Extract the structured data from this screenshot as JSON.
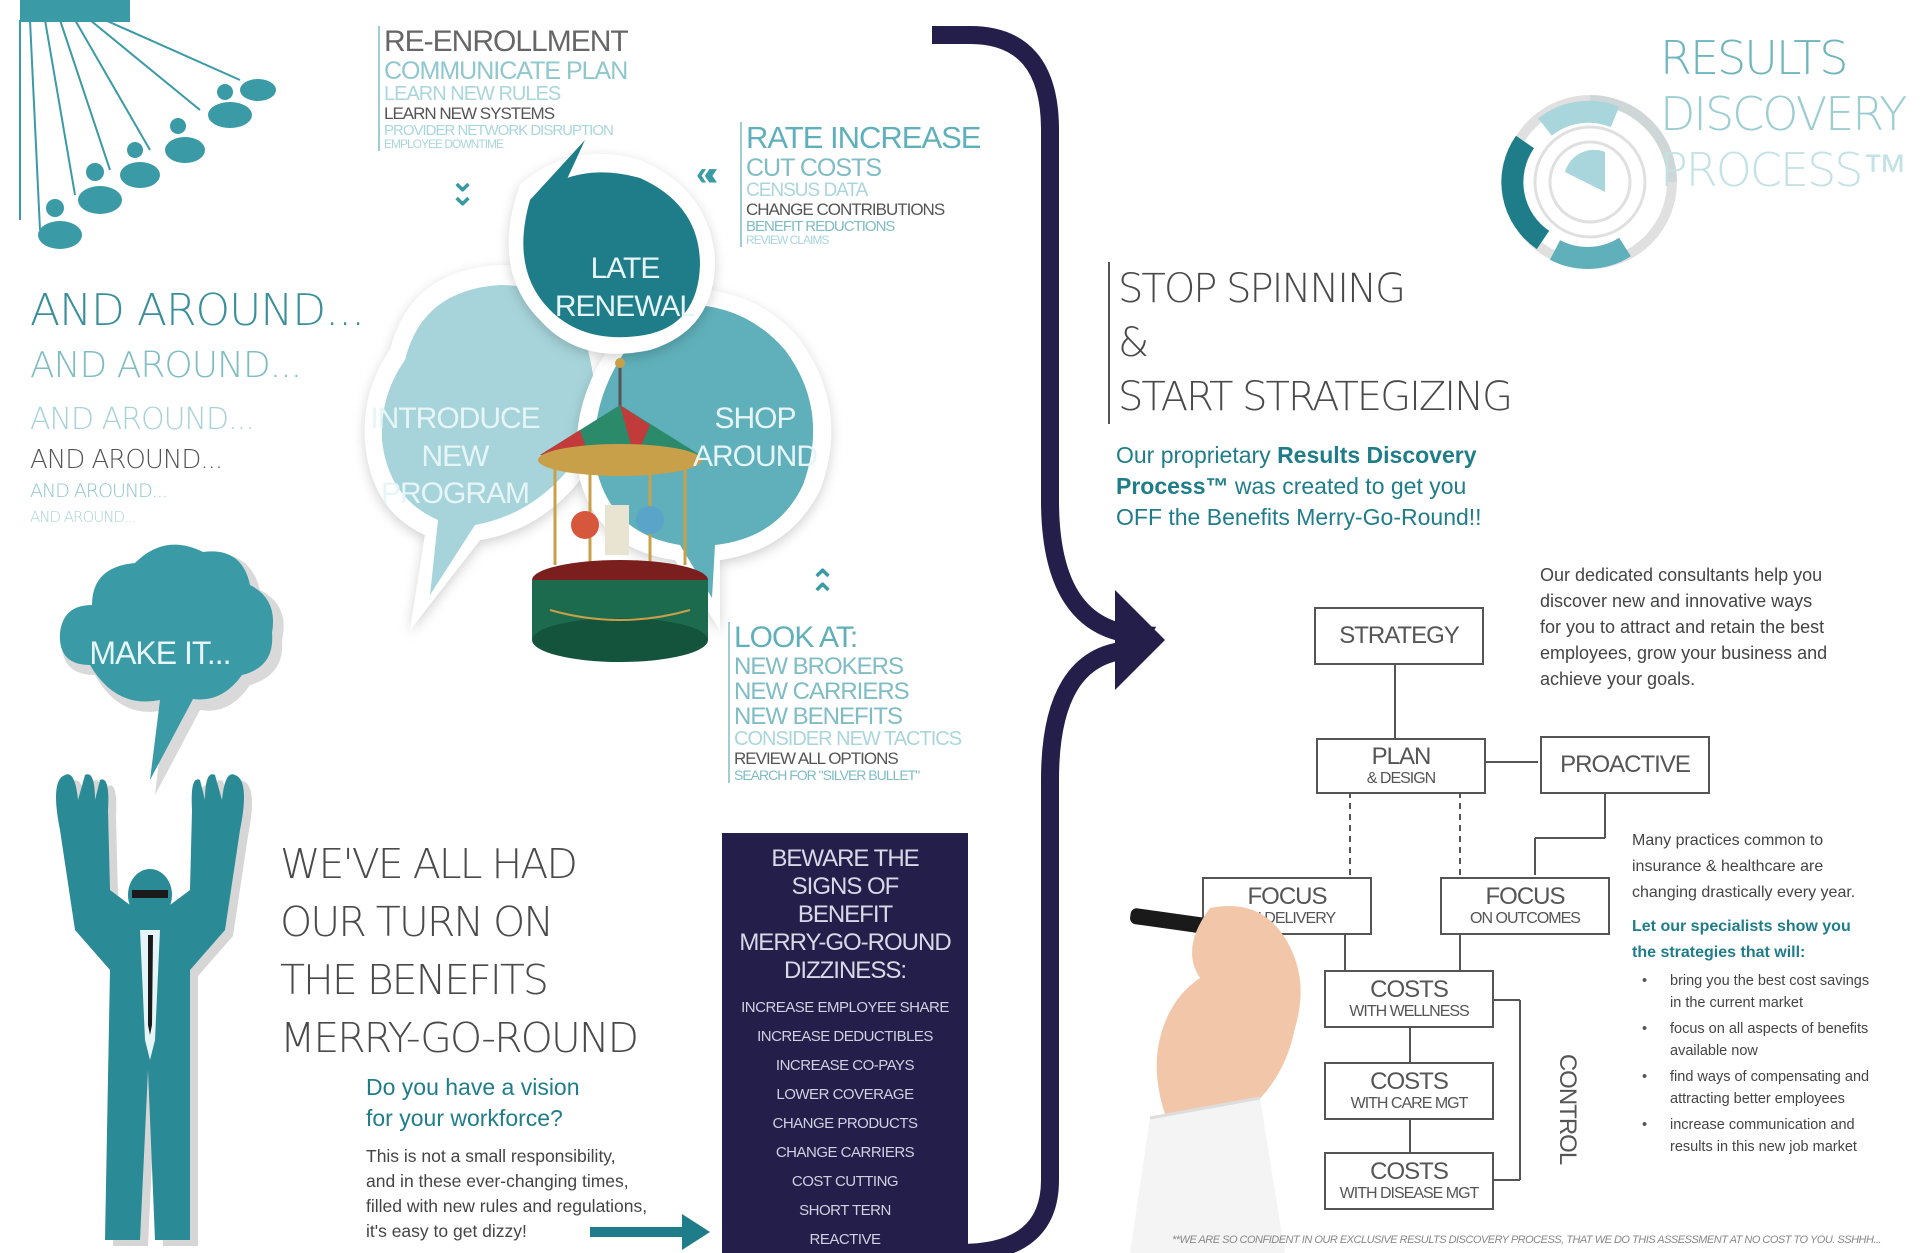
{
  "brand": {
    "accent": "#1f7d8a",
    "teal": "#3a9aa6",
    "light_teal": "#a9d6dc",
    "navy": "#231f4a"
  },
  "around": [
    "AND AROUND...",
    "AND AROUND...",
    "AND AROUND...",
    "AND AROUND...",
    "AND AROUND...",
    "AND AROUND..."
  ],
  "reenroll": [
    "RE-ENROLLMENT",
    "COMMUNICATE PLAN",
    "LEARN NEW RULES",
    "LEARN NEW SYSTEMS",
    "PROVIDER NETWORK DISRUPTION",
    "EMPLOYEE DOWNTIME"
  ],
  "rate": [
    "RATE INCREASE",
    "CUT COSTS",
    "CENSUS DATA",
    "CHANGE CONTRIBUTIONS",
    "BENEFIT REDUCTIONS",
    "REVIEW CLAIMS"
  ],
  "look": [
    "LOOK AT:",
    "NEW BROKERS",
    "NEW CARRIERS",
    "NEW BENEFITS",
    "CONSIDER NEW TACTICS",
    "REVIEW ALL OPTIONS",
    "SEARCH FOR \"SILVER BULLET\""
  ],
  "bubbles": {
    "late": [
      "LATE",
      "RENEWAL"
    ],
    "introduce": [
      "INTRODUCE",
      "NEW",
      "PROGRAM"
    ],
    "shop": [
      "SHOP",
      "AROUND"
    ],
    "make": "MAKE IT..."
  },
  "we_had": [
    "WE'VE ALL HAD",
    "OUR TURN ON",
    "THE BENEFITS",
    "MERRY-GO-ROUND"
  ],
  "vision": [
    "Do you have a vision",
    "for your workforce?"
  ],
  "vision_body": [
    "This is not a small responsibility,",
    "and in these ever-changing times,",
    "filled with new rules and regulations,",
    "it's easy to get dizzy!"
  ],
  "beware": {
    "title": [
      "BEWARE THE",
      "SIGNS OF",
      "BENEFIT",
      "MERRY-GO-ROUND",
      "DIZZINESS:"
    ],
    "items": [
      "INCREASE EMPLOYEE SHARE",
      "INCREASE DEDUCTIBLES",
      "INCREASE CO-PAYS",
      "LOWER COVERAGE",
      "CHANGE PRODUCTS",
      "CHANGE CARRIERS",
      "COST CUTTING",
      "SHORT TERN",
      "REACTIVE"
    ]
  },
  "results_title": [
    "RESULTS",
    "DISCOVERY",
    "PROCESS™"
  ],
  "stop": [
    "STOP SPINNING",
    "&",
    "START STRATEGIZING"
  ],
  "prop": {
    "p1": "Our proprietary ",
    "b1": "Results Discovery",
    "b2": "Process™",
    "p2": " was created to get you",
    "p3": "OFF the Benefits Merry-Go-Round!!"
  },
  "consult": [
    "Our dedicated consultants help you",
    "discover new and innovative ways",
    "for you to attract and retain the best",
    "employees, grow your business and",
    "achieve your goals."
  ],
  "many": [
    "Many practices common to",
    "insurance & healthcare are",
    "changing drastically every year."
  ],
  "let_our": [
    "Let our specialists show you",
    "the strategies that will:"
  ],
  "bullets": [
    [
      "bring you the best cost savings",
      "in the current market"
    ],
    [
      "focus on all aspects of benefits",
      "available now"
    ],
    [
      "find ways of compensating and",
      "attracting better employees"
    ],
    [
      "increase communication and",
      "results in this new job market"
    ]
  ],
  "flow": {
    "strategy": "STRATEGY",
    "plan": "PLAN",
    "plan_sub": "& DESIGN",
    "proactive": "PROACTIVE",
    "focus1": "FOCUS",
    "focus1_sub": "ON DELIVERY",
    "focus2": "FOCUS",
    "focus2_sub": "ON OUTCOMES",
    "costs": "COSTS",
    "c1_sub": "WITH WELLNESS",
    "c2_sub": "WITH CARE MGT",
    "c3_sub": "WITH DISEASE MGT",
    "control": "CONTROL"
  },
  "footer": "**WE ARE SO CONFIDENT IN OUR EXCLUSIVE RESULTS DISCOVERY PROCESS, THAT WE DO THIS ASSESSMENT AT NO COST TO YOU. SSHHH..."
}
